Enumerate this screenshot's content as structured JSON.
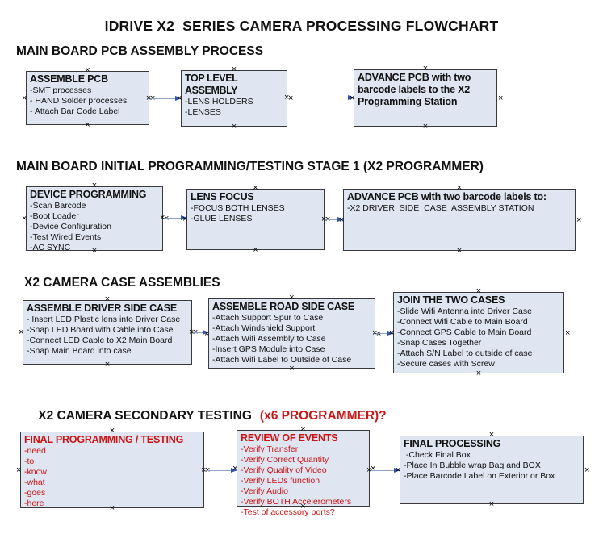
{
  "title": "IDRIVE X2  SERIES CAMERA PROCESSING FLOWCHART",
  "colors": {
    "box_fill": "#dfe6f2",
    "box_border": "#3a3a3a",
    "arrow_line": "#8fa3c6",
    "arrow_head": "#2f55a4",
    "red": "#cc1414"
  },
  "sections": [
    {
      "heading": "MAIN BOARD PCB ASSEMBLY PROCESS",
      "boxes": [
        {
          "title": "ASSEMBLE PCB",
          "lines": [
            "-SMT processes",
            "- HAND Solder processes",
            "- Attach Bar Code Label"
          ]
        },
        {
          "title": "TOP LEVEL ASSEMBLY",
          "lines": [
            "-LENS HOLDERS",
            "-LENSES"
          ]
        },
        {
          "title": "ADVANCE PCB with two barcode labels to the X2 Programming Station",
          "lines": []
        }
      ]
    },
    {
      "heading": "MAIN BOARD INITIAL PROGRAMMING/TESTING STAGE 1 (X2 PROGRAMMER)",
      "boxes": [
        {
          "title": "DEVICE PROGRAMMING",
          "lines": [
            "-Scan Barcode",
            "-Boot Loader",
            "-Device Configuration",
            "-Test Wired Events",
            "-AC SYNC"
          ]
        },
        {
          "title": "LENS FOCUS",
          "lines": [
            "-FOCUS BOTH LENSES",
            "-GLUE LENSES"
          ]
        },
        {
          "title": "ADVANCE PCB with two barcode labels to:",
          "lines": [
            "-X2 DRIVER  SIDE  CASE  ASSEMBLY STATION"
          ]
        }
      ]
    },
    {
      "heading": "X2 CAMERA CASE ASSEMBLIES",
      "boxes": [
        {
          "title": "ASSEMBLE DRIVER SIDE CASE",
          "lines": [
            "- Insert LED Plastic lens into Driver Case",
            "-Snap LED Board with Cable into Case",
            "-Connect LED Cable to X2 Main Board",
            "-Snap Main Board into case"
          ]
        },
        {
          "title": "ASSEMBLE ROAD SIDE CASE",
          "lines": [
            "-Attach Support Spur to Case",
            "-Attach Windshield Support",
            "-Attach Wifi Assembly to Case",
            "-Insert GPS Module into Case",
            "-Attach Wifi Label to Outside of Case"
          ]
        },
        {
          "title": "JOIN THE TWO CASES",
          "lines": [
            "-Slide Wifi Antenna into Driver Case",
            "-Connect Wifi Cable to Main Board",
            "-Connect GPS Cable to Main Board",
            "-Snap Cases Together",
            "-Attach S/N Label to outside of case",
            "-Secure cases with Screw"
          ]
        }
      ]
    },
    {
      "heading": "X2 CAMERA SECONDARY TESTING",
      "heading_red": "(x6 PROGRAMMER)?",
      "boxes": [
        {
          "title": "FINAL PROGRAMMING / TESTING",
          "lines": [
            "-need",
            "-to",
            "-know",
            "-what",
            "-goes",
            "-here"
          ]
        },
        {
          "title": "REVIEW OF EVENTS",
          "lines": [
            "-Verify Transfer",
            "-Verify Correct Quantity",
            "-Verify Quality of Video",
            "-Verify LEDs function",
            "-Verify Audio",
            "-Verify BOTH Accelerometers",
            "-Test of accessory ports?"
          ]
        },
        {
          "title": "FINAL PROCESSING",
          "lines": [
            " -Check Final Box",
            "-Place In Bubble wrap Bag and BOX",
            "-Place Barcode Label on Exterior or Box"
          ]
        }
      ]
    }
  ]
}
